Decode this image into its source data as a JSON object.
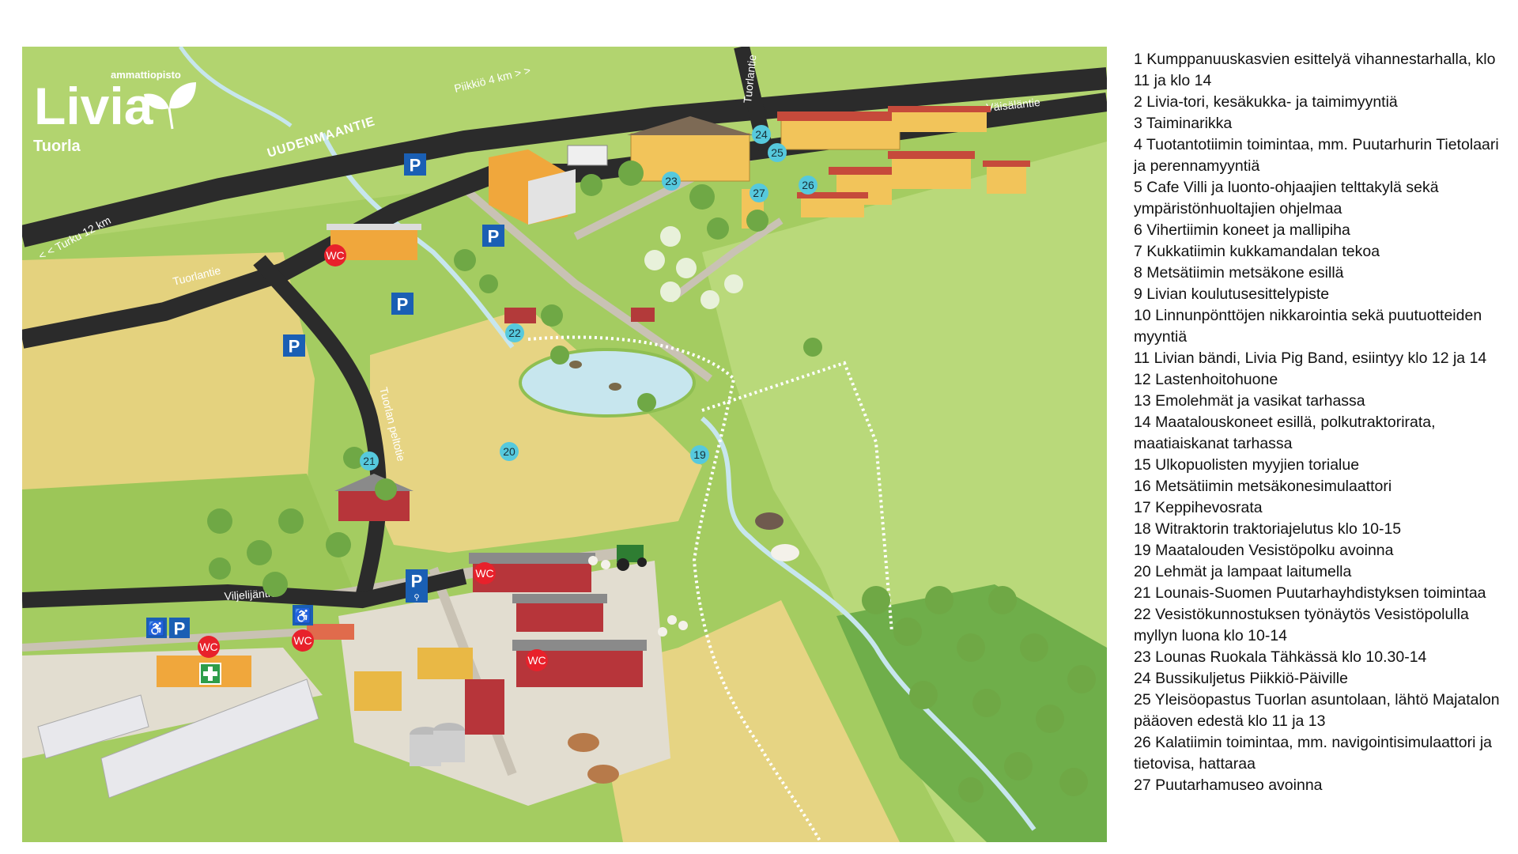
{
  "brand": {
    "tagline": "ammattiopisto",
    "name": "Livia",
    "location": "Tuorla"
  },
  "roads": {
    "uudenmaantie": "UUDENMAANTIE",
    "piikkio": "Piikkiö 4 km > >",
    "turku": "< < Turku 12 km",
    "tuorlantie_left": "Tuorlantie",
    "tuorlantie_top": "Tuorlantie",
    "vaisalantie": "Väisäläntie",
    "peltotie": "Tuorlan peltotie",
    "viljelijantie": "Viljelijäntie"
  },
  "markers": {
    "n19": "19",
    "n20": "20",
    "n21": "21",
    "n22": "22",
    "n23": "23",
    "n24": "24",
    "n25": "25",
    "n26": "26",
    "n27": "27"
  },
  "symbols": {
    "wc": "WC",
    "parking": "P"
  },
  "colors": {
    "field": "#9bc55a",
    "wheat": "#e3d07a",
    "road": "#2b2b2b",
    "path": "#c9c2b4",
    "water": "#bfe3ef",
    "marker": "#56c9dd",
    "wc": "#e8212b",
    "parking": "#1a5fb4"
  },
  "legend": [
    "1   Kumppanuuskasvien esittelyä vihannestarhalla, klo 11 ja klo 14",
    "2   Livia-tori, kesäkukka- ja taimimyyntiä",
    "3   Taiminarikka",
    "4   Tuotantotiimin toimintaa, mm. Puutarhurin Tietolaari ja perennamyyntiä",
    "5   Cafe Villi ja luonto-ohjaajien telttakylä sekä ympäristönhuoltajien ohjelmaa",
    "6   Vihertiimin koneet ja mallipiha",
    "7   Kukkatiimin kukkamandalan tekoa",
    "8   Metsätiimin metsäkone esillä",
    "9   Livian koulutusesittelypiste",
    "10  Linnunpönttöjen nikkarointia sekä puutuotteiden myyntiä",
    "11  Livian bändi, Livia Pig Band, esiintyy klo 12 ja 14",
    "12  Lastenhoitohuone",
    "13  Emolehmät ja vasikat tarhassa",
    "14  Maatalouskoneet esillä, polkutraktorirata, maatiaiskanat tarhassa",
    "15  Ulkopuolisten myyjien torialue",
    "16  Metsätiimin metsäkonesimulaattori",
    "17  Keppihevosrata",
    "18  Witraktorin traktoriajelutus klo 10-15",
    "19  Maatalouden Vesistöpolku avoinna",
    "20  Lehmät ja lampaat laitumella",
    "21  Lounais-Suomen Puutarhayhdistyksen toimintaa",
    "22  Vesistökunnostuksen työnäytös Vesistöpolulla myllyn luona klo 10-14",
    "23 Lounas Ruokala Tähkässä klo 10.30-14",
    "24 Bussikuljetus Piikkiö-Päiville",
    "25 Yleisöopastus Tuorlan asuntolaan, lähtö Majatalon pääoven edestä klo 11 ja 13",
    "26 Kalatiimin toimintaa, mm. navigointisimulaattori ja tietovisa, hattaraa",
    "27  Puutarhamuseo avoinna"
  ]
}
